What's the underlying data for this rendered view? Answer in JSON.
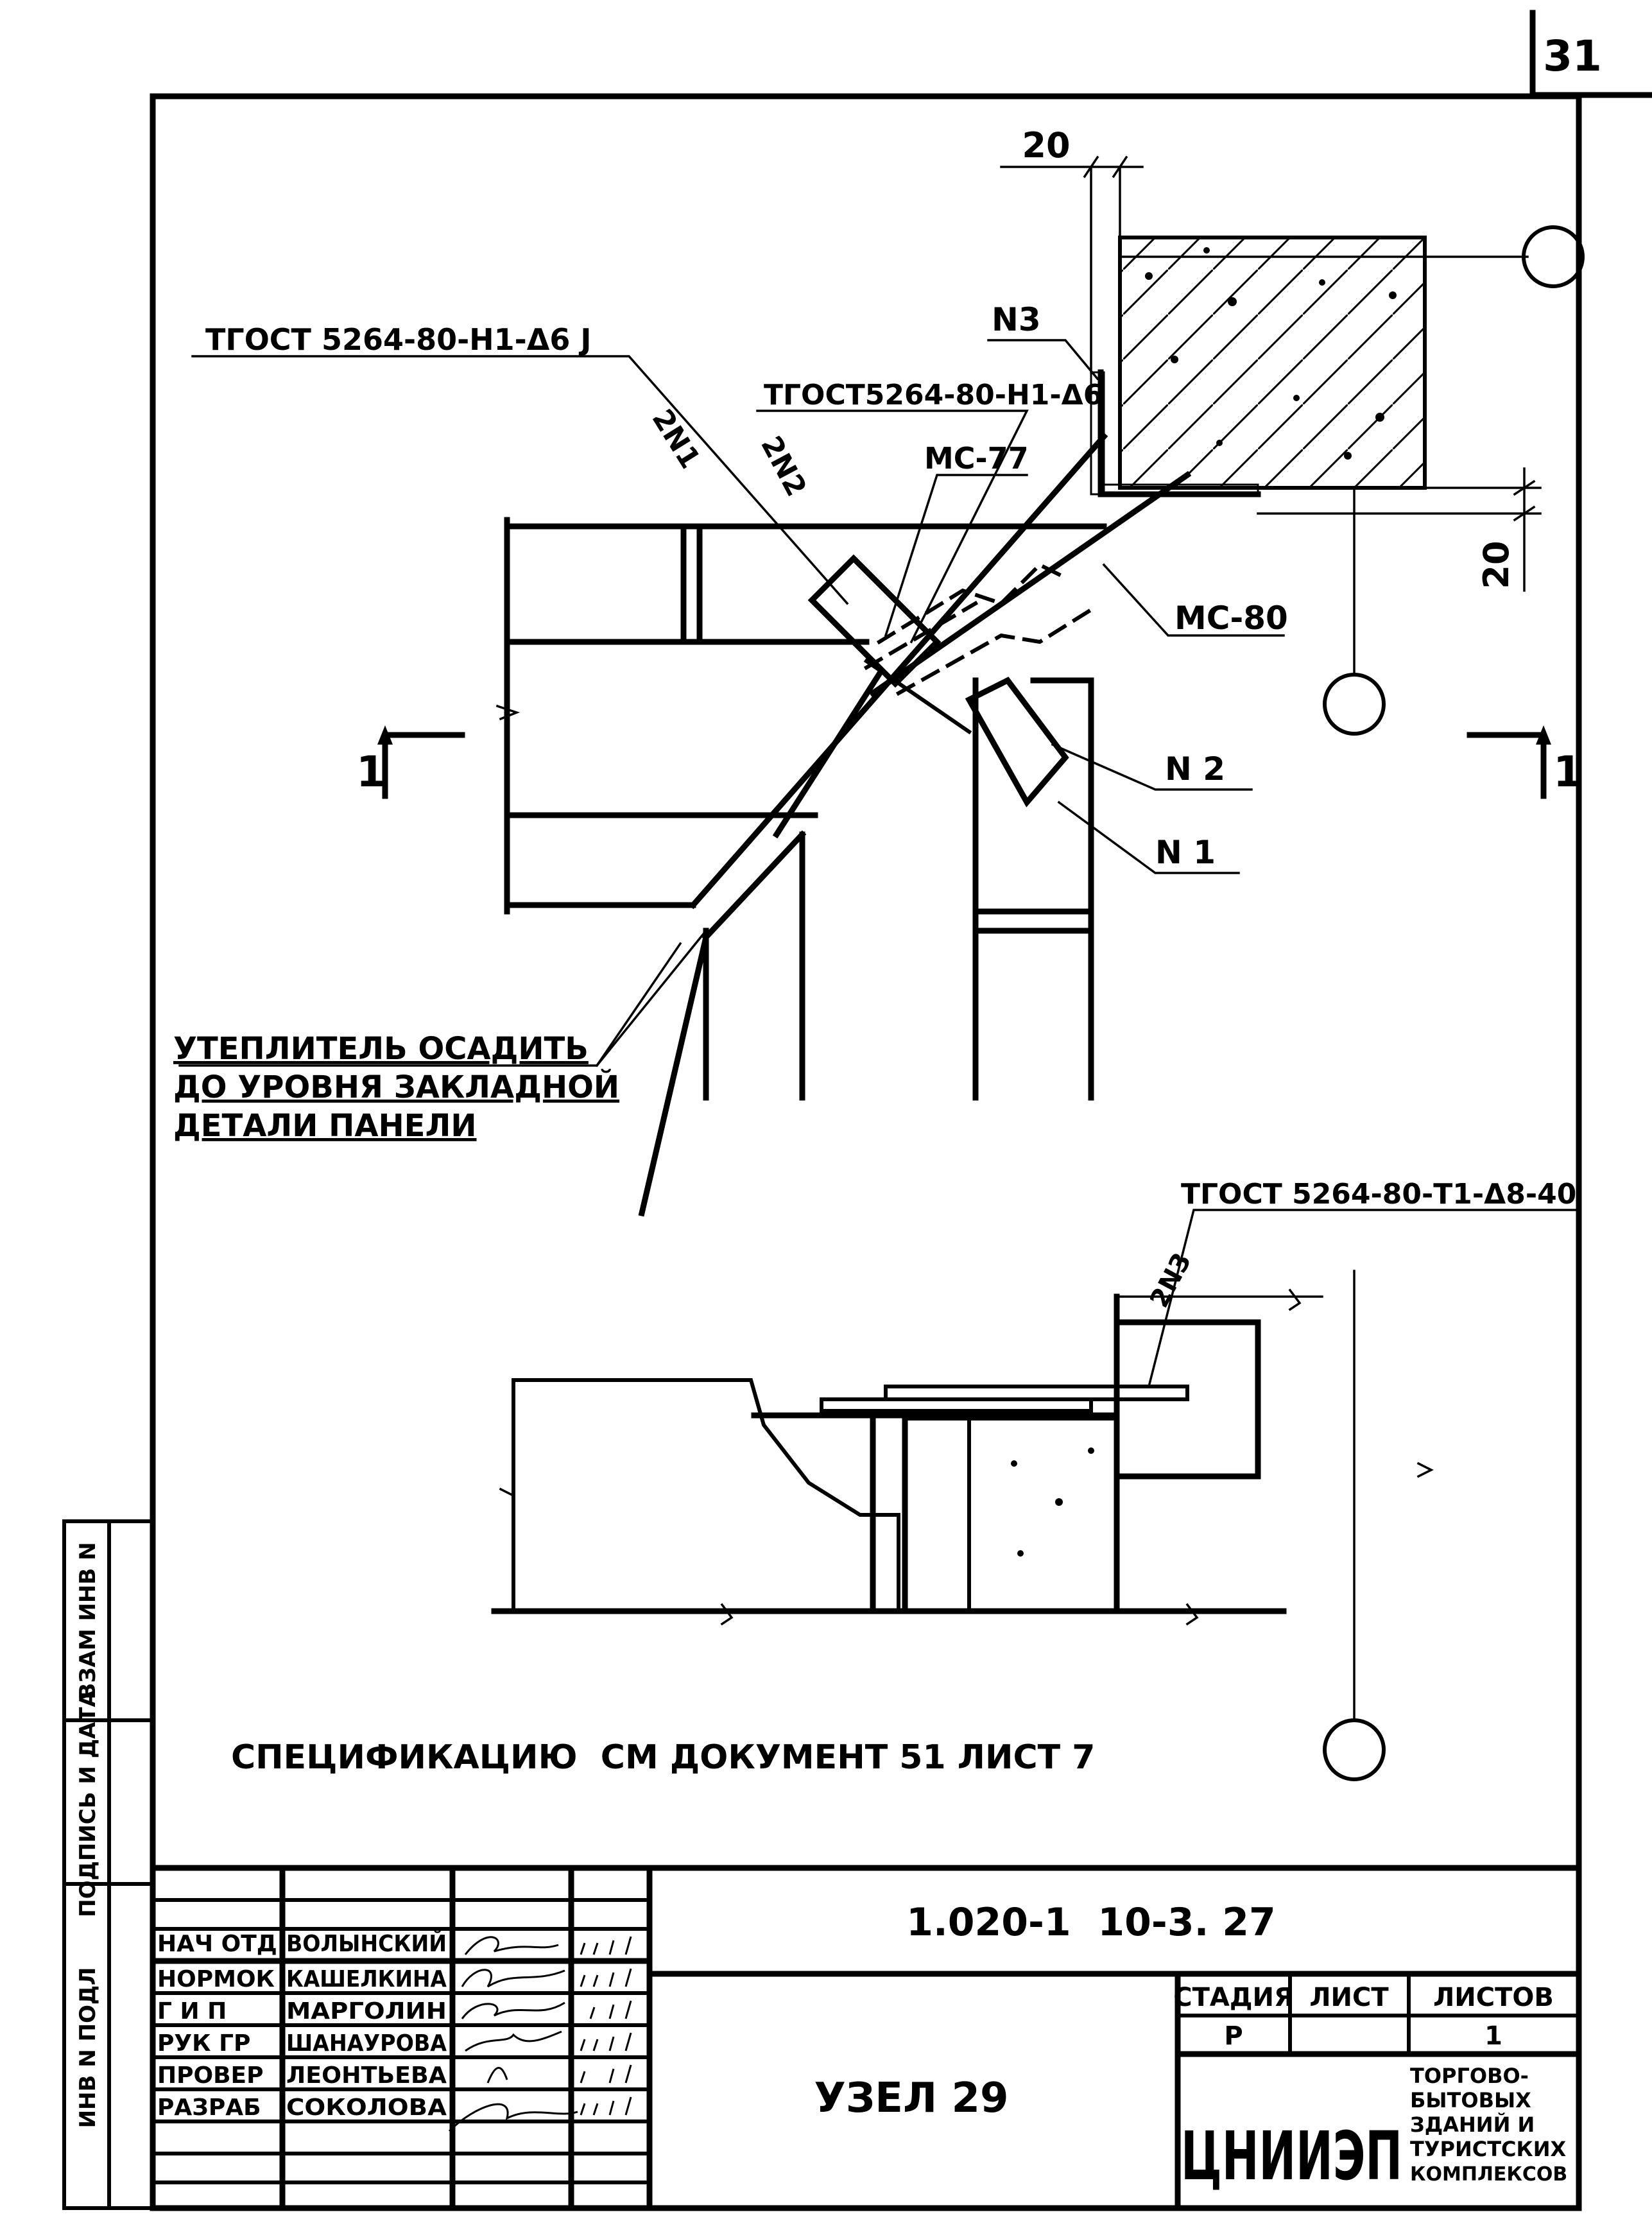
{
  "page_number": "31",
  "dimensions": {
    "top": "20",
    "right": "20"
  },
  "welds": {
    "weld_a": "ТГОСТ 5264-80-Н1-Δ6 Ј",
    "weld_b": "ТГОСТ5264-80-Н1-Δ6",
    "weld_c": "ТГОСТ 5264-80-Т1-Δ8-40"
  },
  "marks": {
    "n3_top": "N3",
    "two_n1": "2N1",
    "two_n2": "2N2",
    "mc77": "МС-77",
    "mc80": "МС-80",
    "n2": "N 2",
    "n1": "N 1",
    "two_n3": "2N3"
  },
  "section_mark": {
    "left": "1",
    "right": "1"
  },
  "note": {
    "line1": "УТЕПЛИТЕЛЬ ОСАДИТЬ",
    "line2": "ДО УРОВНЯ ЗАКЛАДНОЙ",
    "line3": "ДЕТАЛИ ПАНЕЛИ"
  },
  "specification": "СПЕЦИФИКАЦИЮ  СМ ДОКУМЕНТ 51 ЛИСТ 7",
  "side_stamp": {
    "cell1": "ИНВ N ПОДЛ",
    "cell2": "ПОДПИСЬ И ДАТА",
    "cell3": "ВЗАМ ИНВ N"
  },
  "title_block": {
    "doc_code": "1.020-1  10-3. 27",
    "title": "УЗЕЛ 29",
    "headers": {
      "stage": "СТАДИЯ",
      "sheet": "ЛИСТ",
      "sheets": "ЛИСТОВ"
    },
    "values": {
      "stage": "Р",
      "sheet": "",
      "sheets": "1"
    },
    "org": "ЦНИИЭП",
    "org_desc": [
      "ТОРГОВО-",
      "БЫТОВЫХ",
      "ЗДАНИЙ И",
      "ТУРИСТСКИХ",
      "КОМПЛЕКСОВ"
    ],
    "staff": [
      {
        "role": "НАЧ ОТД",
        "name": "ВОЛЫНСКИЙ"
      },
      {
        "role": "НОРМОК",
        "name": "КАШЕЛКИНА"
      },
      {
        "role": "Г И П",
        "name": "МАРГОЛИН"
      },
      {
        "role": "РУК ГР",
        "name": "ШАНАУРОВА"
      },
      {
        "role": "ПРОВЕР",
        "name": "ЛЕОНТЬЕВА"
      },
      {
        "role": "РАЗРАБ",
        "name": "СОКОЛОВА"
      }
    ]
  }
}
